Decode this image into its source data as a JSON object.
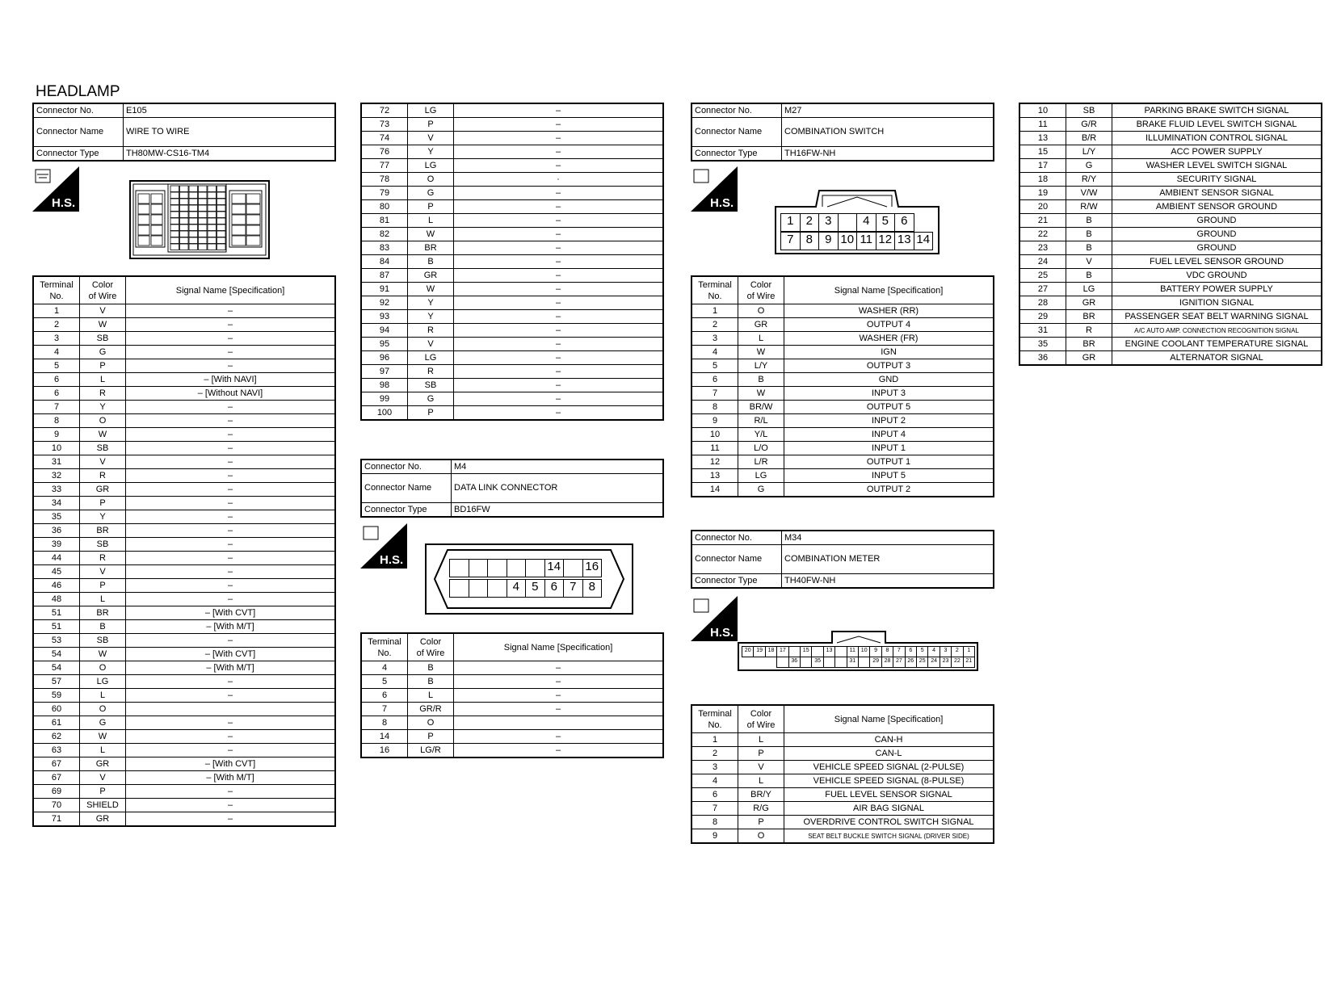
{
  "page_title": "HEADLAMP",
  "labels": {
    "connector_no": "Connector No.",
    "connector_name": "Connector Name",
    "connector_type": "Connector Type",
    "terminal_no_1": "Terminal",
    "terminal_no_2": "No.",
    "color_1": "Color",
    "color_2": "of Wire",
    "signal": "Signal Name [Specification]",
    "hs": "H.S."
  },
  "e105": {
    "no": "E105",
    "name": "WIRE TO WIRE",
    "type": "TH80MW-CS16-TM4"
  },
  "e105_rows": [
    [
      "1",
      "V",
      "–"
    ],
    [
      "2",
      "W",
      "–"
    ],
    [
      "3",
      "SB",
      "–"
    ],
    [
      "4",
      "G",
      "–"
    ],
    [
      "5",
      "P",
      "–"
    ],
    [
      "6",
      "L",
      "– [With NAVI]"
    ],
    [
      "6",
      "R",
      "– [Without NAVI]"
    ],
    [
      "7",
      "Y",
      "–"
    ],
    [
      "8",
      "O",
      "–"
    ],
    [
      "9",
      "W",
      "–"
    ],
    [
      "10",
      "SB",
      "–"
    ],
    [
      "31",
      "V",
      "–"
    ],
    [
      "32",
      "R",
      "–"
    ],
    [
      "33",
      "GR",
      "–"
    ],
    [
      "34",
      "P",
      "–"
    ],
    [
      "35",
      "Y",
      "–"
    ],
    [
      "36",
      "BR",
      "–"
    ],
    [
      "39",
      "SB",
      "–"
    ],
    [
      "44",
      "R",
      "–"
    ],
    [
      "45",
      "V",
      "–"
    ],
    [
      "46",
      "P",
      "–"
    ],
    [
      "48",
      "L",
      "–"
    ],
    [
      "51",
      "BR",
      "– [With CVT]"
    ],
    [
      "51",
      "B",
      "– [With M/T]"
    ],
    [
      "53",
      "SB",
      "–"
    ],
    [
      "54",
      "W",
      "– [With CVT]"
    ],
    [
      "54",
      "O",
      "– [With M/T]"
    ],
    [
      "57",
      "LG",
      "–"
    ],
    [
      "59",
      "L",
      "–"
    ],
    [
      "60",
      "O",
      ""
    ],
    [
      "61",
      "G",
      "–"
    ],
    [
      "62",
      "W",
      "–"
    ],
    [
      "63",
      "L",
      "–"
    ],
    [
      "67",
      "GR",
      "– [With CVT]"
    ],
    [
      "67",
      "V",
      "– [With M/T]"
    ],
    [
      "69",
      "P",
      "–"
    ],
    [
      "70",
      "SHIELD",
      "–"
    ],
    [
      "71",
      "GR",
      "–"
    ]
  ],
  "e105_cont_rows": [
    [
      "72",
      "LG",
      "–"
    ],
    [
      "73",
      "P",
      "–"
    ],
    [
      "74",
      "V",
      "–"
    ],
    [
      "76",
      "Y",
      "–"
    ],
    [
      "77",
      "LG",
      "–"
    ],
    [
      "78",
      "O",
      "·"
    ],
    [
      "79",
      "G",
      "–"
    ],
    [
      "80",
      "P",
      "–"
    ],
    [
      "81",
      "L",
      "–"
    ],
    [
      "82",
      "W",
      "–"
    ],
    [
      "83",
      "BR",
      "–"
    ],
    [
      "84",
      "B",
      "–"
    ],
    [
      "87",
      "GR",
      "–"
    ],
    [
      "91",
      "W",
      "–"
    ],
    [
      "92",
      "Y",
      "–"
    ],
    [
      "93",
      "Y",
      "–"
    ],
    [
      "94",
      "R",
      "–"
    ],
    [
      "95",
      "V",
      "–"
    ],
    [
      "96",
      "LG",
      "–"
    ],
    [
      "97",
      "R",
      "–"
    ],
    [
      "98",
      "SB",
      "–"
    ],
    [
      "99",
      "G",
      "–"
    ],
    [
      "100",
      "P",
      "–"
    ]
  ],
  "m4": {
    "no": "M4",
    "name": "DATA LINK CONNECTOR",
    "type": "BD16FW",
    "top_labels": [
      "14",
      "16"
    ],
    "bottom_labels": [
      "4",
      "5",
      "6",
      "7",
      "8"
    ]
  },
  "m4_rows": [
    [
      "4",
      "B",
      "–"
    ],
    [
      "5",
      "B",
      "–"
    ],
    [
      "6",
      "L",
      "–"
    ],
    [
      "7",
      "GR/R",
      "–"
    ],
    [
      "8",
      "O",
      ""
    ],
    [
      "14",
      "P",
      "–"
    ],
    [
      "16",
      "LG/R",
      "–"
    ]
  ],
  "m27": {
    "no": "M27",
    "name": "COMBINATION SWITCH",
    "type": "TH16FW-NH",
    "top_labels": [
      "1",
      "2",
      "3",
      "",
      "4",
      "5",
      "6"
    ],
    "bottom_labels": [
      "7",
      "8",
      "9",
      "10",
      "11",
      "12",
      "13",
      "14"
    ]
  },
  "m27_rows": [
    [
      "1",
      "O",
      "WASHER (RR)"
    ],
    [
      "2",
      "GR",
      "OUTPUT 4"
    ],
    [
      "3",
      "L",
      "WASHER (FR)"
    ],
    [
      "4",
      "W",
      "IGN"
    ],
    [
      "5",
      "L/Y",
      "OUTPUT 3"
    ],
    [
      "6",
      "B",
      "GND"
    ],
    [
      "7",
      "W",
      "INPUT 3"
    ],
    [
      "8",
      "BR/W",
      "OUTPUT 5"
    ],
    [
      "9",
      "R/L",
      "INPUT 2"
    ],
    [
      "10",
      "Y/L",
      "INPUT 4"
    ],
    [
      "11",
      "L/O",
      "INPUT 1"
    ],
    [
      "12",
      "L/R",
      "OUTPUT 1"
    ],
    [
      "13",
      "LG",
      "INPUT 5"
    ],
    [
      "14",
      "G",
      "OUTPUT 2"
    ]
  ],
  "m34": {
    "no": "M34",
    "name": "COMBINATION METER",
    "type": "TH40FW-NH",
    "top_labels": [
      "20",
      "19",
      "18",
      "17",
      "",
      "15",
      "",
      "13",
      "",
      "11",
      "10",
      "9",
      "8",
      "7",
      "6",
      "5",
      "4",
      "3",
      "2",
      "1"
    ],
    "bottom_labels": [
      "",
      "36",
      "",
      "35",
      "",
      "",
      "31",
      "",
      "29",
      "28",
      "27",
      "26",
      "25",
      "24",
      "23",
      "22",
      "21"
    ]
  },
  "m34_rows": [
    [
      "1",
      "L",
      "CAN-H"
    ],
    [
      "2",
      "P",
      "CAN-L"
    ],
    [
      "3",
      "V",
      "VEHICLE SPEED SIGNAL (2-PULSE)"
    ],
    [
      "4",
      "L",
      "VEHICLE SPEED SIGNAL (8-PULSE)"
    ],
    [
      "6",
      "BR/Y",
      "FUEL LEVEL SENSOR SIGNAL"
    ],
    [
      "7",
      "R/G",
      "AIR BAG SIGNAL"
    ],
    [
      "8",
      "P",
      "OVERDRIVE CONTROL SWITCH SIGNAL"
    ],
    [
      "9",
      "O",
      "SEAT BELT BUCKLE SWITCH SIGNAL (DRIVER SIDE)"
    ]
  ],
  "m34_cont_rows": [
    [
      "10",
      "SB",
      "PARKING BRAKE SWITCH SIGNAL"
    ],
    [
      "11",
      "G/R",
      "BRAKE FLUID LEVEL SWITCH SIGNAL"
    ],
    [
      "13",
      "B/R",
      "ILLUMINATION CONTROL SIGNAL"
    ],
    [
      "15",
      "L/Y",
      "ACC POWER SUPPLY"
    ],
    [
      "17",
      "G",
      "WASHER LEVEL SWITCH SIGNAL"
    ],
    [
      "18",
      "R/Y",
      "SECURITY SIGNAL"
    ],
    [
      "19",
      "V/W",
      "AMBIENT SENSOR SIGNAL"
    ],
    [
      "20",
      "R/W",
      "AMBIENT SENSOR GROUND"
    ],
    [
      "21",
      "B",
      "GROUND"
    ],
    [
      "22",
      "B",
      "GROUND"
    ],
    [
      "23",
      "B",
      "GROUND"
    ],
    [
      "24",
      "V",
      "FUEL LEVEL SENSOR GROUND"
    ],
    [
      "25",
      "B",
      "VDC GROUND"
    ],
    [
      "27",
      "LG",
      "BATTERY POWER SUPPLY"
    ],
    [
      "28",
      "GR",
      "IGNITION SIGNAL"
    ],
    [
      "29",
      "BR",
      "PASSENGER SEAT BELT WARNING SIGNAL"
    ],
    [
      "31",
      "R",
      "A/C AUTO AMP. CONNECTION RECOGNITION SIGNAL"
    ],
    [
      "35",
      "BR",
      "ENGINE COOLANT TEMPERATURE SIGNAL"
    ],
    [
      "36",
      "GR",
      "ALTERNATOR SIGNAL"
    ]
  ]
}
